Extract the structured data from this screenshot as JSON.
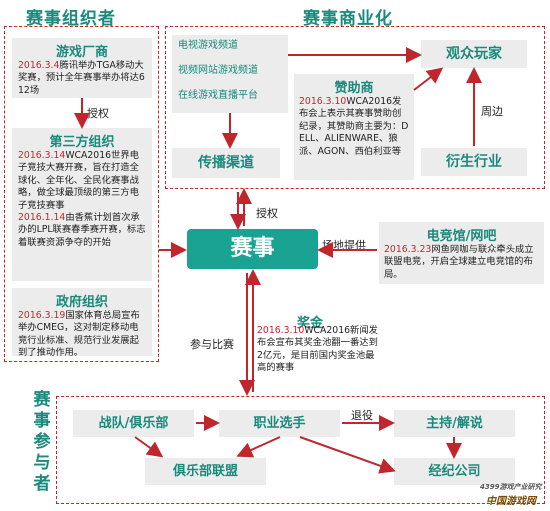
{
  "titles": {
    "org": "赛事组织者",
    "business": "赛事商业化",
    "participants": [
      "赛",
      "事",
      "参",
      "与",
      "者"
    ]
  },
  "org": {
    "game_maker": {
      "title": "游戏厂商",
      "date": "2016.3.4",
      "text": "腾讯举办TGA移动大奖赛，预计全年赛事举办将达612场"
    },
    "third_party": {
      "title": "第三方组织",
      "date1": "2016.3.14",
      "text1": "WCA2016世界电子竞技大赛开赛，旨在打造全球化、全年化、全民化赛事战略，做全球最顶级的第三方电子竞技赛事",
      "date2": "2016.1.14",
      "text2": "由香蕉计划首次承办的LPL联赛春季赛开赛，标志着联赛资源争夺的开始"
    },
    "gov": {
      "title": "政府组织",
      "date": "2016.3.19",
      "text": "国家体育总局宣布举办CMEG，这对制定移动电竞行业标准、规范行业发展起到了推动作用。"
    },
    "arrow_label": "授权"
  },
  "business": {
    "channels": [
      "电视游戏频道",
      "视频网站游戏频道",
      "在线游戏直播平台"
    ],
    "channel_box": "传播渠道",
    "sponsor": {
      "title": "赞助商",
      "date": "2016.3.10",
      "text": "WCA2016发布会上表示其赛事赞助创纪录，其赞助商主要为：DELL、ALIENWARE、狼派、AGON、西伯利亚等"
    },
    "audience": "观众玩家",
    "derivative": "衍生行业",
    "peripheral_label": "周边"
  },
  "center": {
    "label": "赛事"
  },
  "labels": {
    "authorize": "授权",
    "venue": "场地提供",
    "participate": "参与比赛",
    "prize": "奖金",
    "retire": "退役"
  },
  "venue": {
    "title": "电竞馆/网吧",
    "date": "2016.3.23",
    "text": "网鱼网咖与联众牵头成立联盟电竞，开启全球建立电竞馆的布局。"
  },
  "prize": {
    "date": "2016.3.10",
    "text": "WCA2016新闻发布会宣布其奖金池翻一番达到2亿元，是目前国内奖金池最高的赛事"
  },
  "participants": {
    "team": "战队/俱乐部",
    "player": "职业选手",
    "host": "主持/解说",
    "league": "俱乐部联盟",
    "agency": "经纪公司"
  },
  "watermark": {
    "line1": "4399游戏产业研究",
    "line2": "中国游戏网"
  },
  "colors": {
    "accent": "#1aa392",
    "dashed": "#c0272d",
    "box": "#ececec",
    "date": "#c0272d"
  }
}
